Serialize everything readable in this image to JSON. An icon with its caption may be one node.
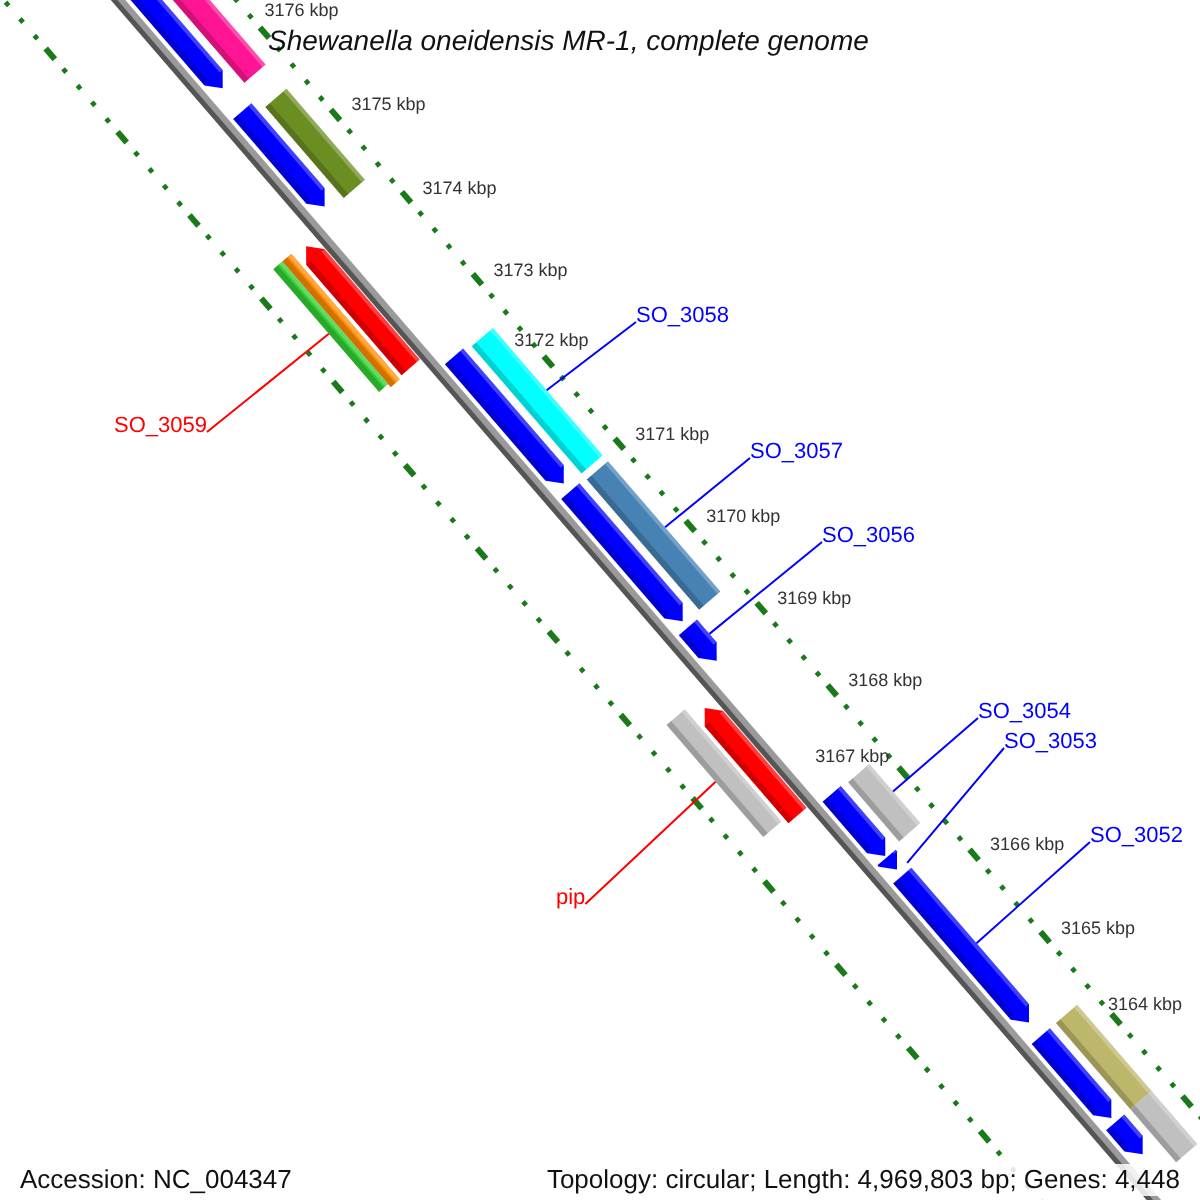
{
  "diagram": {
    "title": "Shewanella oneidensis MR-1, complete genome",
    "nodes": [
      {
        "text": [
          "SO_3058"
        ]
      },
      {
        "text": [
          "SO_3059"
        ]
      },
      {
        "text": [
          "SO_3057"
        ]
      },
      {
        "text": [
          "SO_3056"
        ]
      },
      {
        "text": [
          "SO_3054"
        ]
      },
      {
        "text": [
          "SO_3053"
        ]
      },
      {
        "text": [
          "SO_3052"
        ]
      },
      {
        "text": [
          "pip"
        ]
      },
      {
        "text": [],
        "shape": "bar"
      },
      {
        "text": [],
        "shape": "bar"
      },
      {
        "text": [],
        "shape": "bar"
      },
      {
        "text": [],
        "shape": "bar"
      },
      {
        "text": [],
        "shape": "bar"
      },
      {
        "text": [],
        "shape": "bar"
      },
      {
        "text": [],
        "shape": "bar"
      },
      {
        "text": [],
        "shape": "bar"
      },
      {
        "text": [],
        "shape": "bar"
      },
      {
        "text": [],
        "shape": "bar"
      },
      {
        "text": [],
        "shape": "bar"
      },
      {
        "text": [],
        "shape": "bar"
      },
      {
        "text": [],
        "shape": "bar"
      },
      {
        "text": [],
        "shape": "bar"
      },
      {
        "text": [],
        "shape": "bar"
      },
      {
        "text": [],
        "shape": "bar"
      },
      {
        "text": [],
        "shape": "bar"
      },
      {
        "text": [],
        "shape": "bar"
      },
      {
        "text": [],
        "shape": "bar"
      },
      {
        "text": [],
        "shape": "bar"
      },
      {
        "text": [],
        "shape": "bar"
      },
      {
        "text": [],
        "shape": "bar"
      }
    ],
    "edges": [
      {
        "from": 0,
        "to": 16,
        "arrow": "none"
      },
      {
        "from": 1,
        "to": 14,
        "arrow": "none",
        "color": "#ff0000"
      },
      {
        "from": 2,
        "to": 18,
        "arrow": "none"
      },
      {
        "from": 3,
        "to": 19,
        "arrow": "none"
      },
      {
        "from": 4,
        "to": 24,
        "arrow": "none"
      },
      {
        "from": 5,
        "to": 23,
        "arrow": "none"
      },
      {
        "from": 6,
        "to": 25,
        "arrow": "none"
      },
      {
        "from": 7,
        "to": 21,
        "arrow": "none",
        "color": "#ff0000"
      }
    ],
    "labels": [
      "3176 kbp",
      "3175 kbp",
      "3174 kbp",
      "3173 kbp",
      "3172 kbp",
      "3171 kbp",
      "3170 kbp",
      "3169 kbp",
      "3168 kbp",
      "3167 kbp",
      "3166 kbp",
      "3165 kbp",
      "3164 kbp",
      "Accession: NC_004347",
      "Topology: circular; Length: 4,969,803 bp; Genes: 4,448"
    ]
  }
}
